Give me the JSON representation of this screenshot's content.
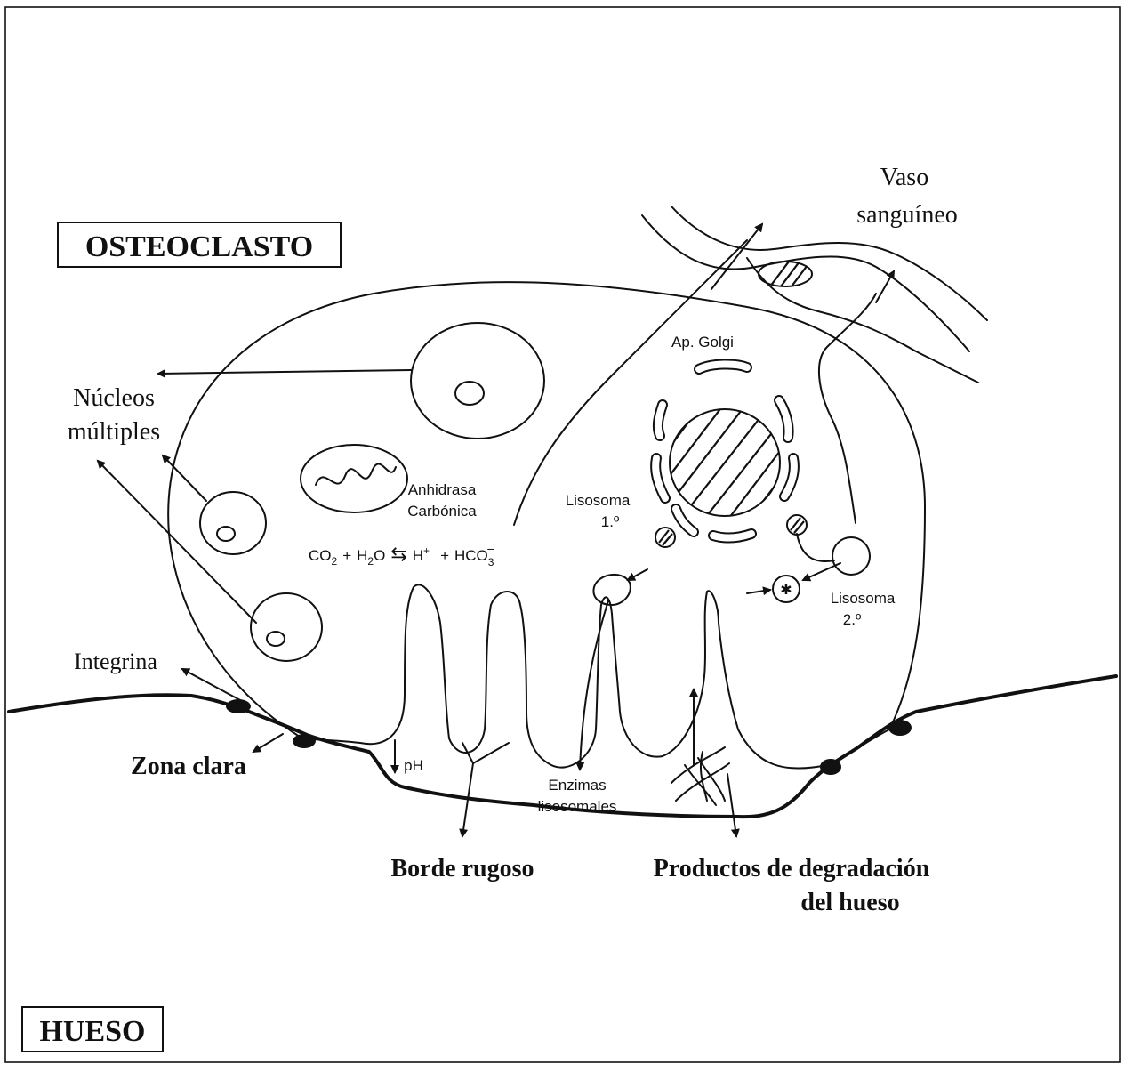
{
  "labels": {
    "osteoclast_box": "OSTEOCLASTO",
    "bone_box": "HUESO",
    "blood_vessel_1": "Vaso",
    "blood_vessel_2": "sanguíneo",
    "nuclei_1": "Núcleos",
    "nuclei_2": "múltiples",
    "integrin": "Integrina",
    "clear_zone": "Zona clara",
    "ruffled_border": "Borde rugoso",
    "degradation_1": "Productos de degradación",
    "degradation_2": "del hueso",
    "golgi": "Ap. Golgi",
    "carbonic_1": "Anhidrasa",
    "carbonic_2": "Carbónica",
    "lysosome1_1": "Lisosoma",
    "lysosome1_2": "1.º",
    "lysosome2_1": "Lisosoma",
    "lysosome2_2": "2.º",
    "enzymes_1": "Enzimas",
    "enzymes_2": "lisosomales",
    "ph": "pH",
    "equation": {
      "co2": "CO",
      "co2_sub": "2",
      "plus1": "+",
      "h2o_h": "H",
      "h2o_sub": "2",
      "h2o_o": "O",
      "arrows": "⇆",
      "h": "H",
      "h_sup": "+",
      "plus2": "+",
      "hco": "HCO",
      "hco_sub": "3",
      "hco_sup": "−"
    }
  }
}
